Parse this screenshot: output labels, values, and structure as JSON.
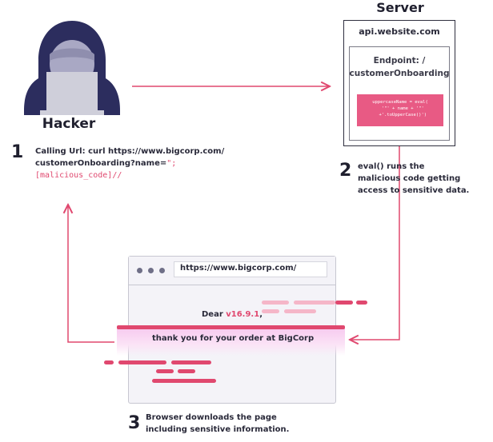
{
  "colors": {
    "accent": "#e0486f",
    "accent_light": "#f5b6c8",
    "code_bg": "#e85a84",
    "glow": "#f7c9ef",
    "dark": "#1f1f2e",
    "hacker_hood": "#2c2d5e",
    "hacker_face": "#a9a8c4",
    "laptop": "#cfcfda"
  },
  "icons": [
    "hacker-icon",
    "laptop-icon",
    "browser-dot-icon"
  ],
  "hacker": {
    "label": "Hacker"
  },
  "server": {
    "title": "Server",
    "host": "api.website.com",
    "endpoint_line1": "Endpoint: /",
    "endpoint_line2": "customerOnboarding",
    "code": "uppercaseName = eval(\n  '\"' + name + '\"'\n  +'.toUpperCase()')"
  },
  "steps": {
    "one": {
      "number": "1",
      "line1": "Calling Url: curl https://www.bigcorp.com/",
      "line2_prefix": "customerOnboarding?name=",
      "line2_payload": "\";[malicious_code]//"
    },
    "two": {
      "number": "2",
      "line1": "eval() runs the",
      "line2": "malicious code getting",
      "line3": "access to sensitive data."
    },
    "three": {
      "number": "3",
      "line1": "Browser downloads the page",
      "line2": "including sensitive information."
    }
  },
  "browser": {
    "url": "https://www.bigcorp.com/",
    "dear_prefix": "Dear ",
    "dear_version": "v16.9.1",
    "dear_suffix": ",",
    "thanks": "thank you for your order at BigCorp"
  }
}
